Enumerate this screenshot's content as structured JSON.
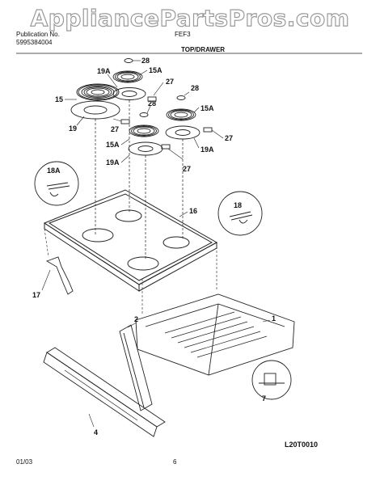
{
  "header": {
    "pub_label": "Publication No.",
    "pub_number": "5995384004",
    "model": "FEF3",
    "section_title": "TOP/DRAWER"
  },
  "watermark": "AppliancePartsPros.com",
  "callouts": {
    "p28a": "28",
    "p15a_top": "15A",
    "p19a_top": "19A",
    "p27_top": "27",
    "p15": "15",
    "p19": "19",
    "p28b": "28",
    "p27_mid": "27",
    "p15a_mid": "15A",
    "p19a_mid": "19A",
    "p27_low": "27",
    "p28c": "28",
    "p15a_right": "15A",
    "p27_right": "27",
    "p19a_right": "19A",
    "p18a": "18A",
    "p16": "16",
    "p18": "18",
    "p17": "17",
    "p1": "1",
    "p2": "2",
    "p4": "4",
    "p7": "7"
  },
  "footer": {
    "date": "01/03",
    "page": "6",
    "figure_code": "L20T0010"
  }
}
